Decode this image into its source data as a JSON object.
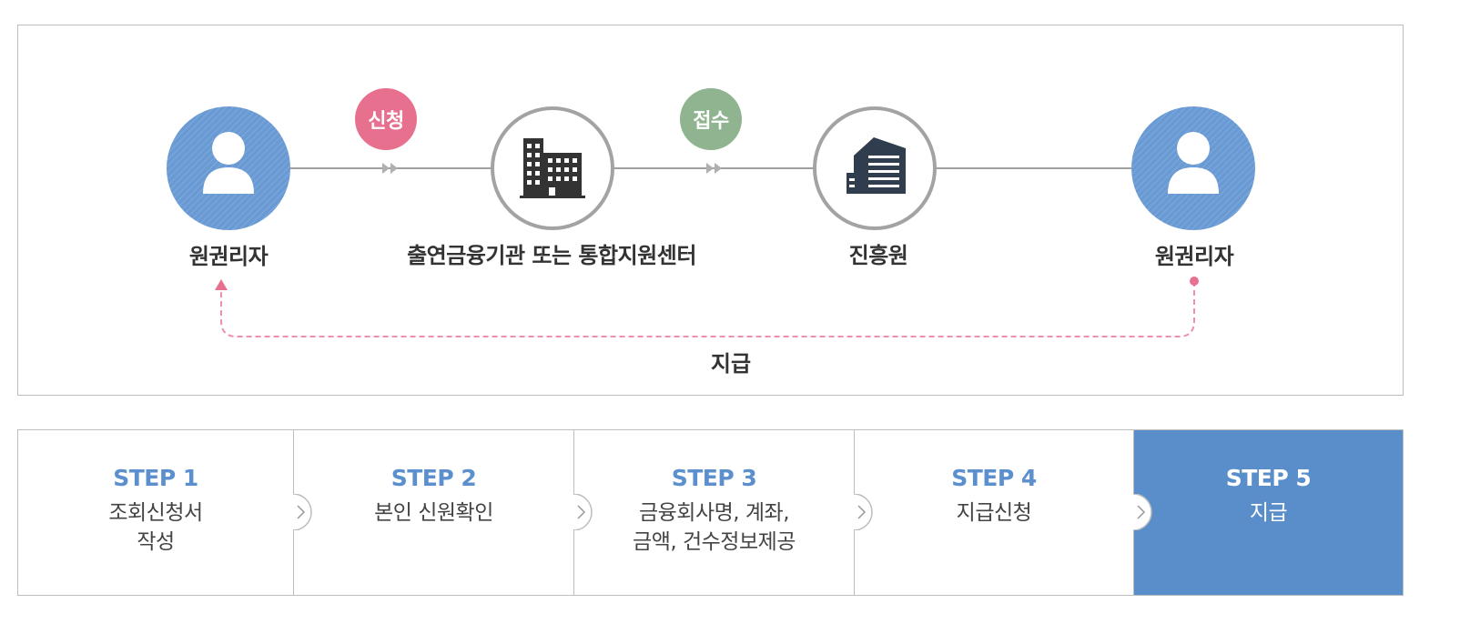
{
  "diagram": {
    "nodes": {
      "applicant": "원권리자",
      "institution": "출연금융기관 또는 통합지원센터",
      "agency": "진흥원",
      "recipient": "원권리자"
    },
    "badges": {
      "apply": "신청",
      "receive": "접수"
    },
    "payment_label": "지급"
  },
  "steps": [
    {
      "title": "STEP 1",
      "desc": "조회신청서\n작성"
    },
    {
      "title": "STEP 2",
      "desc": "본인 신원확인"
    },
    {
      "title": "STEP 3",
      "desc": "금융회사명, 계좌,\n금액, 건수정보제공"
    },
    {
      "title": "STEP 4",
      "desc": "지급신청"
    },
    {
      "title": "STEP 5",
      "desc": "지급"
    }
  ],
  "colors": {
    "person_circle": "#6a9ad3",
    "apply_badge": "#e8708f",
    "receive_badge": "#8fb48f",
    "flow_line": "#a0a0a0",
    "payment_dashed": "#ef8fae",
    "step_title": "#5b8fcd",
    "active_step_bg": "#5a8ecb",
    "building": "#333333"
  }
}
